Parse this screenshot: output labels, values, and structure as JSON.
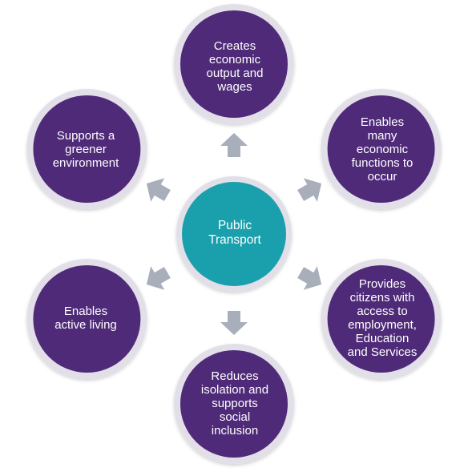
{
  "diagram": {
    "center": {
      "label": "Public\nTransport",
      "color": "#1aa0ac"
    },
    "node_color": "#4e2a78",
    "ring_color": "#e2dfe9",
    "arrow_color": "#a9aebb",
    "nodes": [
      {
        "label": "Creates\neconomic\noutput and\nwages"
      },
      {
        "label": "Enables\nmany\neconomic\nfunctions to\noccur"
      },
      {
        "label": "Provides\ncitizens with\naccess to\nemployment,\nEducation\nand Services"
      },
      {
        "label": "Reduces\nisolation and\nsupports\nsocial\ninclusion"
      },
      {
        "label": "Enables\nactive living"
      },
      {
        "label": "Supports a\ngreener\nenvironment"
      }
    ]
  }
}
